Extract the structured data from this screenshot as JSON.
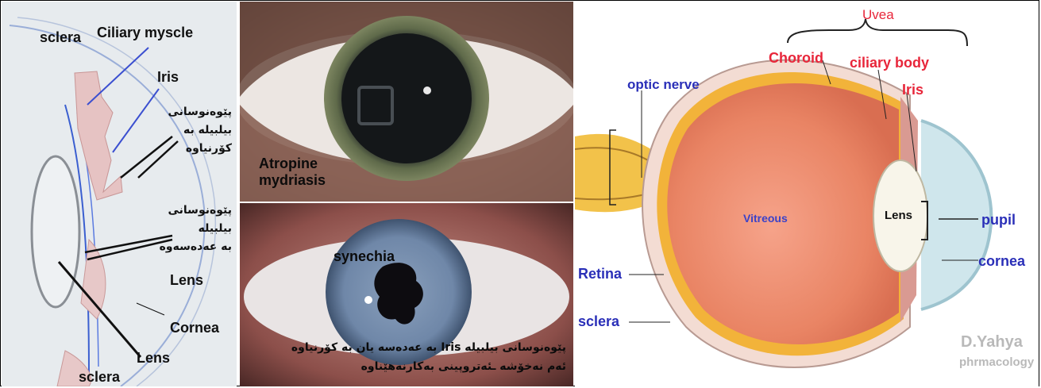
{
  "left_diagram": {
    "sclera_top": "sclera",
    "ciliary_muscle": "Ciliary myscle",
    "iris": "Iris",
    "kurdish_adhesion_cornea": [
      "پێوەنوسانی",
      "بیلبیلە بە",
      "کۆرنیاوە"
    ],
    "kurdish_adhesion_lens": [
      "پێوەنوسانی",
      "بیلبیلە",
      "بە عەدەسەوە"
    ],
    "lens_mid": "Lens",
    "cornea": "Cornea",
    "lens_bottom": "Lens",
    "sclera_bottom": "sclera"
  },
  "photo_top": {
    "label_line1": "Atropine",
    "label_line2": "mydriasis"
  },
  "photo_bottom": {
    "label": "synechia",
    "kurdish_caption_line1": "پێوەنوسانی بیلبیلە Iris بە عەدەسە یان بە کۆرنیاوە",
    "kurdish_caption_line2": "ئەم نەخۆشە ـئەتروپینی بەکارنەهێناوە"
  },
  "eye_diagram": {
    "uvea": "Uvea",
    "choroid": "Choroid",
    "ciliary_body": "ciliary body",
    "iris": "Iris",
    "optic_nerve": "optic nerve",
    "vitreous": "Vitreous",
    "lens": "Lens",
    "pupil": "pupil",
    "cornea": "cornea",
    "retina": "Retina",
    "sclera": "sclera",
    "watermark_line1": "D.Yahya",
    "watermark_line2": "phrmacology"
  }
}
